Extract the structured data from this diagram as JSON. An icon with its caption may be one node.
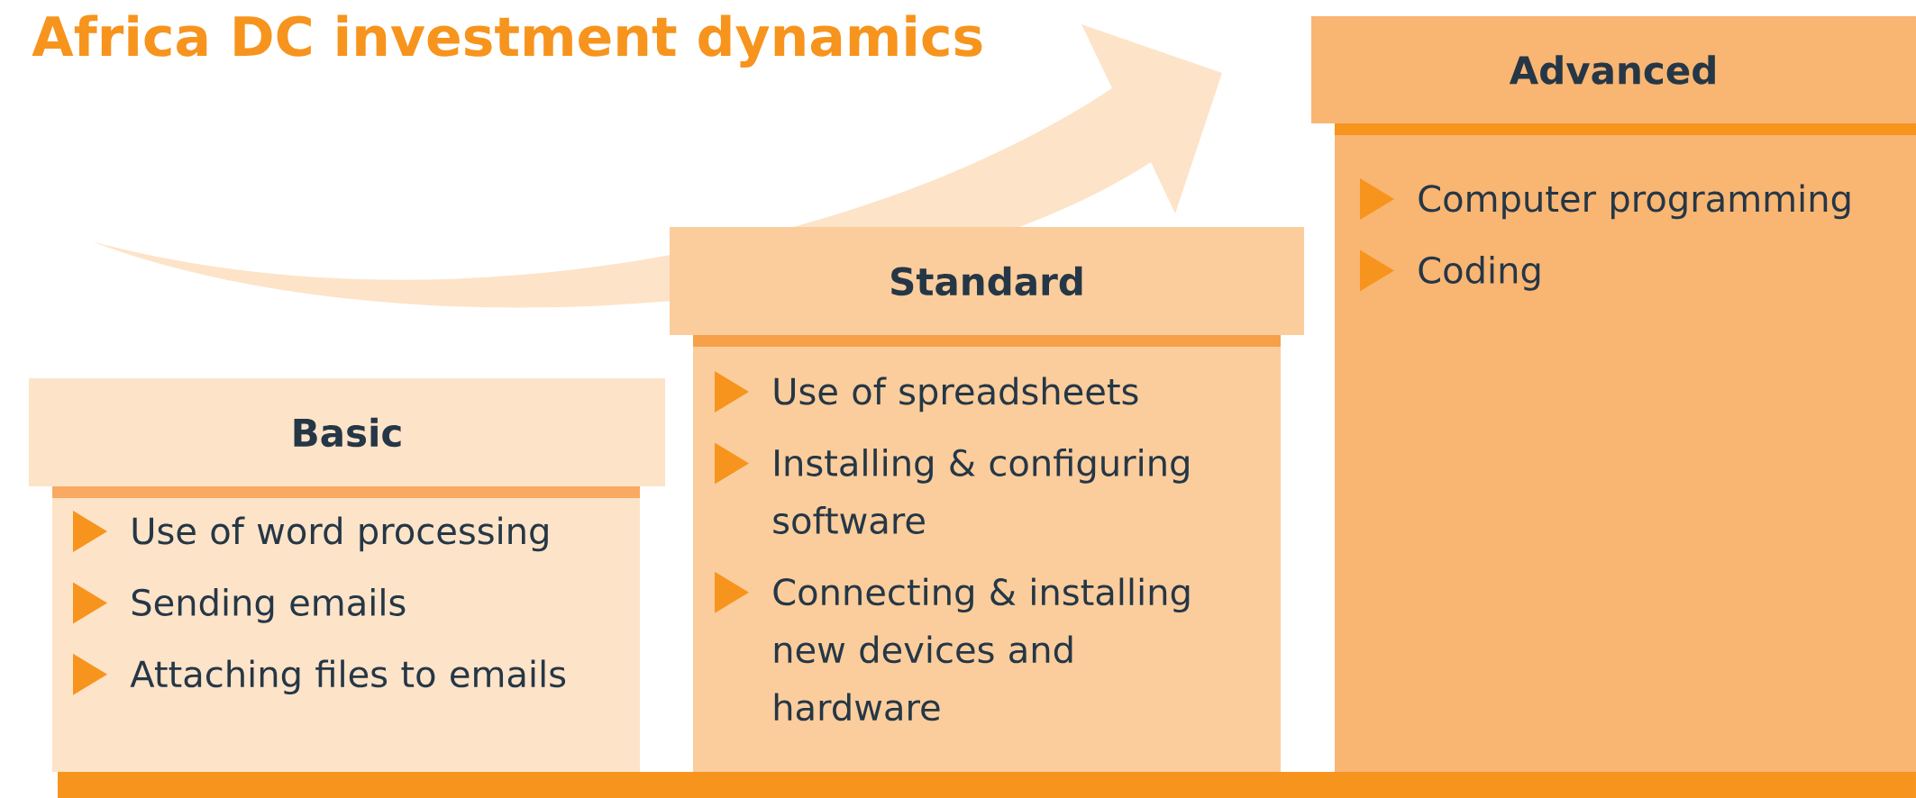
{
  "diagram": {
    "title": "Africa DC investment dynamics",
    "nodes": [
      {
        "text": [
          "Basic"
        ]
      },
      {
        "text": [
          "Use of word processing",
          "Sending emails",
          "Attaching files to emails"
        ]
      },
      {
        "text": [
          "Standard"
        ]
      },
      {
        "text": [
          "Use of spreadsheets",
          "Installing & configuring software",
          "Connecting & installing new devices and hardware"
        ]
      },
      {
        "text": [
          "Advanced"
        ]
      },
      {
        "text": [
          "Computer programming",
          "Coding"
        ]
      },
      {
        "text": [],
        "shape": "bar"
      }
    ]
  }
}
